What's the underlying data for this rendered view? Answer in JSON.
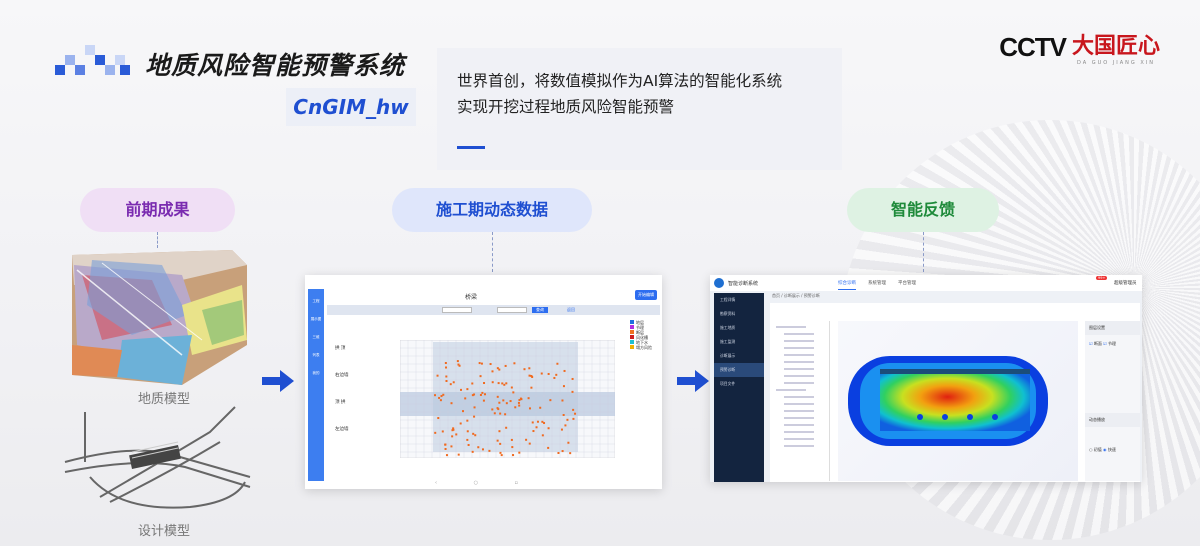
{
  "header": {
    "title": "地质风险智能预警系统",
    "subtitle": "CnGIM_hw",
    "description": [
      "世界首创，将数值模拟作为AI算法的智能化系统",
      "实现开挖过程地质风险智能预警"
    ]
  },
  "brand": {
    "cctv": "CCTV",
    "program": "大国匠心",
    "pinyin": "DA GUO JIANG XIN"
  },
  "columns": [
    {
      "label": "前期成果",
      "color": "#7a2bb0",
      "bg": "#f0dff5"
    },
    {
      "label": "施工期动态数据",
      "color": "#1f4fd1",
      "bg": "#dfe6fb"
    },
    {
      "label": "智能反馈",
      "color": "#1e8a3a",
      "bg": "#def2e3"
    }
  ],
  "captions": {
    "geo_model": "地质模型",
    "design_model": "设计模型"
  },
  "mid_app": {
    "title": "桥梁",
    "edit_button": "开始编辑",
    "query_button": "查询",
    "back": "返回",
    "side": [
      "工程",
      "展示图",
      "三维",
      "列表",
      "我的"
    ],
    "legend": [
      "地层",
      "节理",
      "断层",
      "风化槽",
      "地下水",
      "塌方风险"
    ],
    "rows": [
      "拱 顶",
      "右边墙",
      "顶 拱",
      "左边墙"
    ]
  },
  "right_app": {
    "app_name": "智能诊断系统",
    "tabs": [
      "综合诊断",
      "系统管理",
      "平台管理"
    ],
    "user": "超级管理员",
    "badge": "99+",
    "nav": [
      "工程详情",
      "勘察资料",
      "施工地质",
      "施工监测",
      "诊断展示",
      "预警诊断",
      "项目文件"
    ],
    "breadcrumb": "首页 / 诊断展示 / 预警诊断",
    "panel_sections": [
      "图层设置",
      "动态播放"
    ],
    "checks": [
      "断面",
      "节理"
    ],
    "radio": [
      "初值",
      "快速"
    ]
  }
}
